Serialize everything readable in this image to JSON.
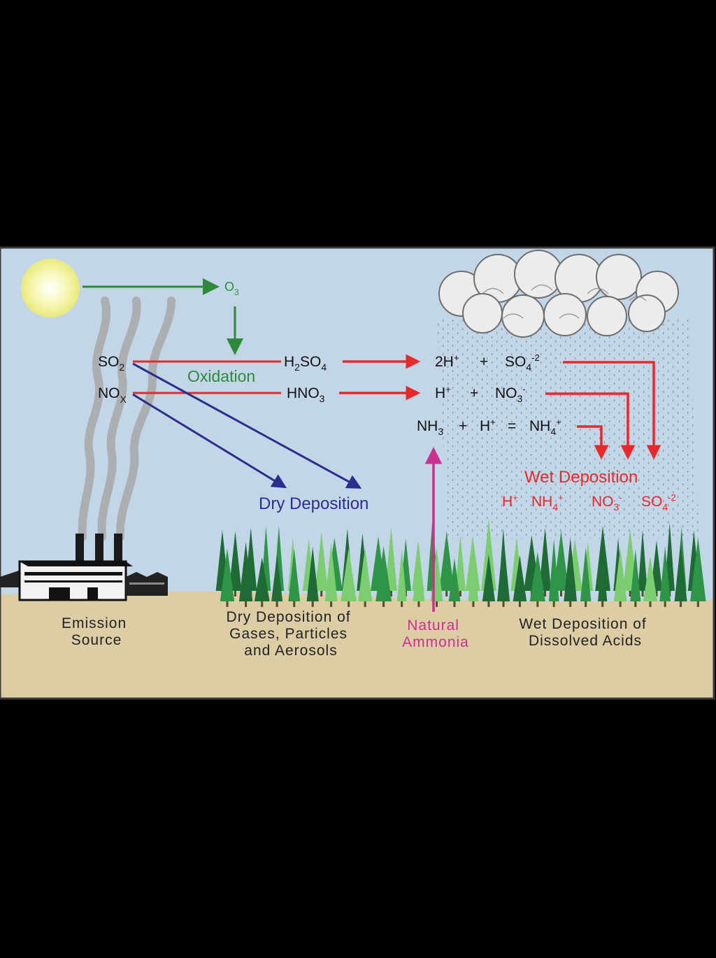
{
  "colors": {
    "background": "#000000",
    "sky": "#c3d6e8",
    "ground": "#dccda5",
    "sun": "#f4f49a",
    "green_arrow": "#2e8a3a",
    "red_arrow": "#e8292a",
    "blue_arrow": "#2b2f8c",
    "pink_arrow": "#c8318e",
    "tree_dark": "#1f6b35",
    "tree_mid": "#2e9446",
    "tree_light": "#7ccd70"
  },
  "chem": {
    "o3": {
      "base": "O",
      "sub": "3"
    },
    "so2": {
      "base": "SO",
      "sub": "2"
    },
    "nox": {
      "base": "NO",
      "sub": "X"
    },
    "h2so4": {
      "p1": "H",
      "s1": "2",
      "p2": "SO",
      "s2": "4"
    },
    "hno3": {
      "base": "HNO",
      "sub": "3"
    },
    "eq1": {
      "a": "2H",
      "a_sup": "+",
      "plus": "+",
      "b": "SO",
      "b_sub": "4",
      "b_sup": "-2"
    },
    "eq2": {
      "a": "H",
      "a_sup": "+",
      "plus": "+",
      "b": "NO",
      "b_sub": "3",
      "b_sup": "-"
    },
    "eq3": {
      "a": "NH",
      "a_sub": "3",
      "plus": "+",
      "b": "H",
      "b_sup": "+",
      "eq": "=",
      "c": "NH",
      "c_sub": "4",
      "c_sup": "+"
    }
  },
  "labels": {
    "oxidation": "Oxidation",
    "dry_deposition": "Dry Deposition",
    "wet_deposition": "Wet Deposition",
    "wet_ions": {
      "h": "H",
      "h_sup": "+",
      "nh4": "NH",
      "nh4_sub": "4",
      "nh4_sup": "+",
      "no3": "NO",
      "no3_sub": "3",
      "no3_sup": "-",
      "so4": "SO",
      "so4_sub": "4",
      "so4_sup": "-2"
    },
    "emission_source": [
      "Emission",
      "Source"
    ],
    "dry_deposition_of": [
      "Dry Deposition of",
      "Gases, Particles",
      "and Aerosols"
    ],
    "natural_ammonia": [
      "Natural",
      "Ammonia"
    ],
    "wet_deposition_of": [
      "Wet Deposition of",
      "Dissolved Acids"
    ]
  }
}
